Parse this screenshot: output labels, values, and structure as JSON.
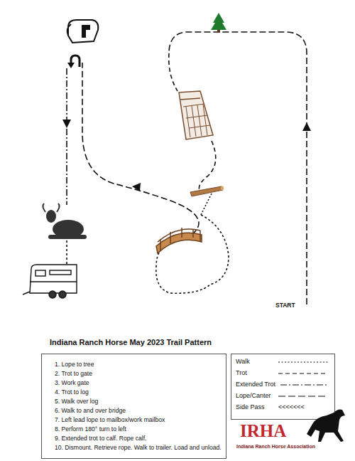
{
  "diagram": {
    "title": "Indiana Ranch Horse May 2023 Trail Pattern",
    "nodes": [
      {
        "text": [
          "1.  Lope to tree",
          "2.  Trot to gate",
          "3.  Work gate",
          "4.  Trot to log",
          "5.  Walk over log",
          "6.  Walk to and over bridge",
          "7.  Left lead lope to mailbox/work mailbox",
          "8.  Perform 180° turn to left",
          "9.  Extended trot to calf. Rope calf.",
          "10. Dismount. Retrieve rope. Walk to trailer. Load and unload."
        ]
      }
    ],
    "edges": [],
    "labels": [
      "START",
      "<<<<<<<",
      "IRHA",
      "Indiana Ranch Horse Association"
    ],
    "legend": [
      {
        "text": "Walk"
      },
      {
        "text": "Trot"
      },
      {
        "text": "Extended Trot"
      },
      {
        "text": "Lope/Canter"
      },
      {
        "text": "Side Pass"
      }
    ]
  }
}
